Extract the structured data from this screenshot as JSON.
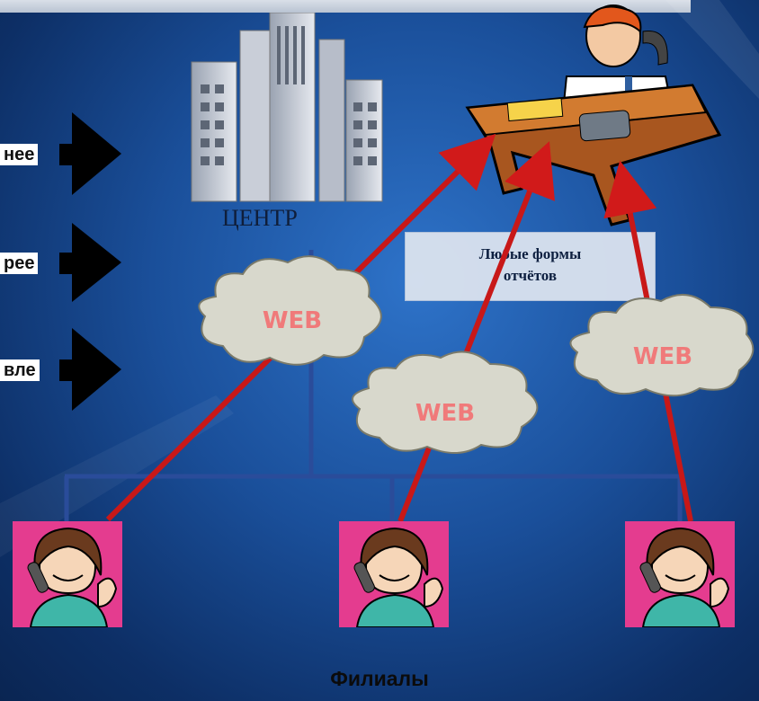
{
  "arrows": [
    "нее",
    "рее",
    "вле"
  ],
  "center_label": "ЦЕНТР",
  "info_box": {
    "line1": "Любые формы",
    "line2": "отчётов"
  },
  "clouds": [
    "WEB",
    "WEB",
    "WEB"
  ],
  "branches_label": "Филиалы",
  "colors": {
    "background": "#1a4f9a",
    "report_arrow": "#c81818",
    "network_line": "#2a4c9a",
    "cloud_text": "#f07a7a",
    "operator_bg": "#e43c8f"
  },
  "icons": [
    "building-icon",
    "manager-desk-icon",
    "branch-operator-icon"
  ]
}
